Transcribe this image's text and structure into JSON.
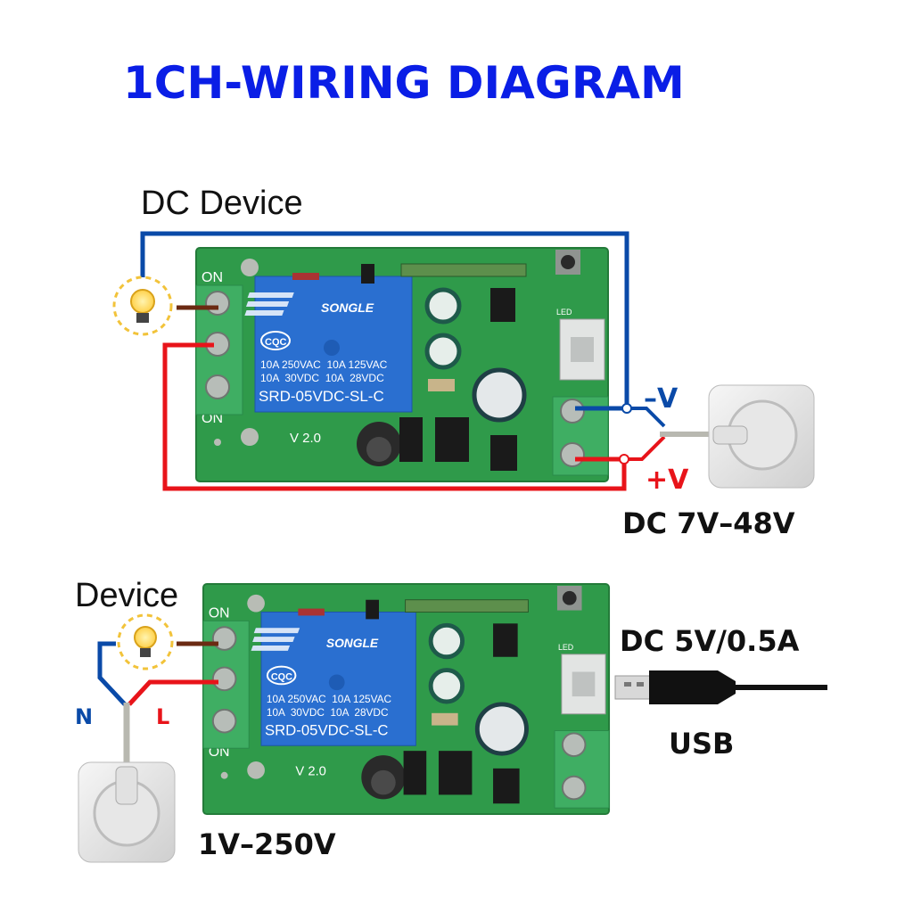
{
  "title": "1CH-WIRING DIAGRAM",
  "diagram1": {
    "device_label": "DC Device",
    "minus_label": "–V",
    "plus_label": "+V",
    "supply_label": "DC 7V–48V"
  },
  "diagram2": {
    "device_label": "Device",
    "n_label": "N",
    "l_label": "L",
    "usb_spec_label": "DC 5V/0.5A",
    "usb_label": "USB",
    "voltage_label": "1V–250V"
  },
  "board": {
    "brand": "SONGLE",
    "cert": "CQC",
    "rating1": "10A 250VAC  10A 125VAC",
    "rating2": "10A  30VDC  10A  28VDC",
    "model": "SRD-05VDC-SL-C",
    "on_label": "ON",
    "version": "V 2.0",
    "led_label": "LED"
  },
  "colors": {
    "title": "#0a1ee6",
    "pcb": "#2f9a4a",
    "relay": "#2a6fd0",
    "terminal": "#3fae63",
    "wire_blue": "#0a4aa8",
    "wire_red": "#e8141a",
    "wire_brown": "#6b2a12"
  }
}
